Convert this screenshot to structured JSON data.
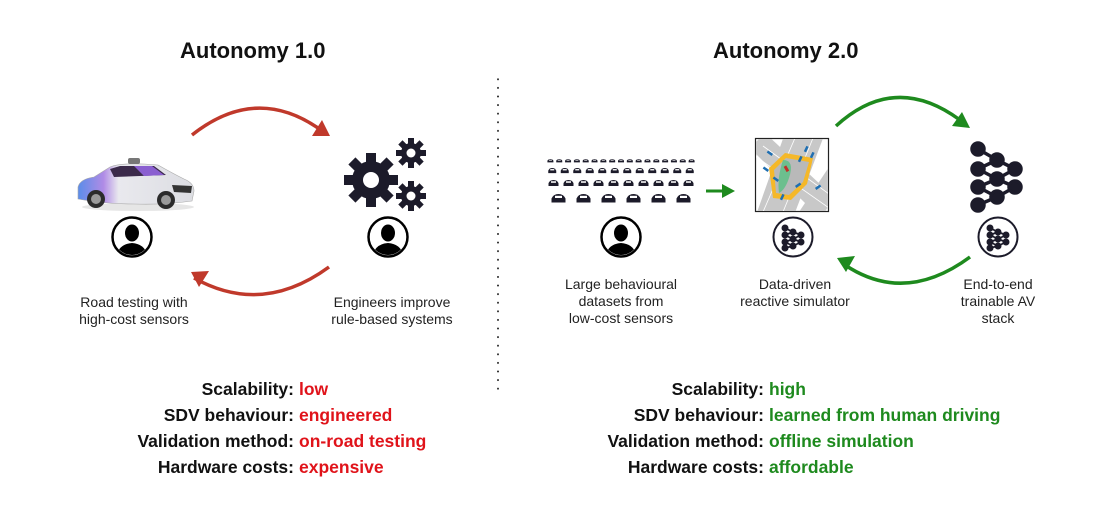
{
  "colors": {
    "bad": "#e0131a",
    "good": "#1e8a1e",
    "arrow_red": "#c0392b",
    "arrow_green": "#1e8a1e",
    "icon_dark": "#1c1b2a"
  },
  "left": {
    "title": "Autonomy 1.0",
    "nodes": [
      {
        "icon": "autonomous-car-image",
        "person_icon": "person-icon",
        "caption_lines": [
          "Road testing with",
          "high-cost sensors"
        ]
      },
      {
        "icon": "gears-icon",
        "person_icon": "person-icon",
        "caption_lines": [
          "Engineers improve",
          "rule-based systems"
        ]
      }
    ],
    "properties": [
      {
        "key": "Scalability:",
        "value": "low"
      },
      {
        "key": "SDV behaviour:",
        "value": "engineered"
      },
      {
        "key": "Validation method:",
        "value": "on-road testing"
      },
      {
        "key": "Hardware costs:",
        "value": "expensive"
      }
    ]
  },
  "right": {
    "title": "Autonomy 2.0",
    "nodes": [
      {
        "icon": "car-fleet-icon",
        "person_icon": "person-icon",
        "caption_lines": [
          "Large behavioural",
          "datasets from",
          "low-cost sensors"
        ]
      },
      {
        "icon": "simulator-map-image",
        "badge_icon": "neural-network-badge-icon",
        "caption_lines": [
          "Data-driven",
          "reactive simulator"
        ]
      },
      {
        "icon": "neural-network-icon",
        "badge_icon": "neural-network-badge-icon",
        "caption_lines": [
          "End-to-end",
          "trainable AV",
          "stack"
        ]
      }
    ],
    "properties": [
      {
        "key": "Scalability:",
        "value": "high"
      },
      {
        "key": "SDV behaviour:",
        "value": "learned from human driving"
      },
      {
        "key": "Validation method:",
        "value": "offline simulation"
      },
      {
        "key": "Hardware costs:",
        "value": "affordable"
      }
    ]
  }
}
